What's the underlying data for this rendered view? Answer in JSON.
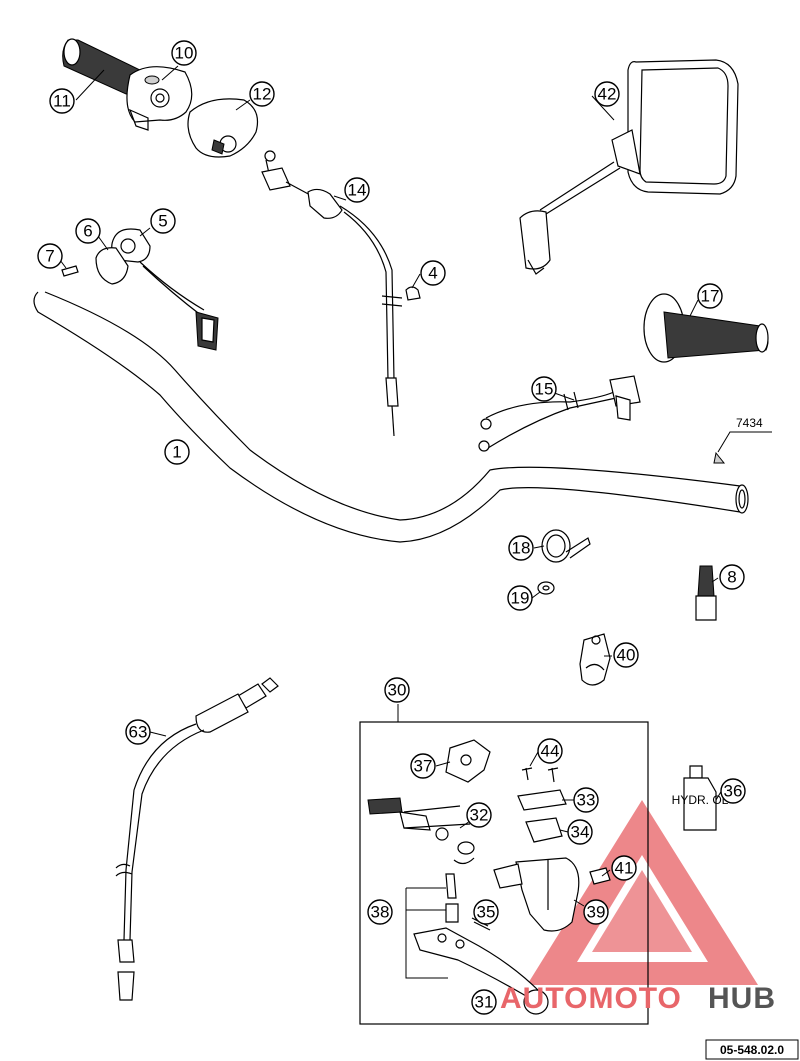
{
  "diagram_title": "",
  "callouts": [
    {
      "id": "callout-1",
      "label": "1"
    },
    {
      "id": "callout-4",
      "label": "4"
    },
    {
      "id": "callout-5",
      "label": "5"
    },
    {
      "id": "callout-6",
      "label": "6"
    },
    {
      "id": "callout-7",
      "label": "7"
    },
    {
      "id": "callout-8",
      "label": "8"
    },
    {
      "id": "callout-10",
      "label": "10"
    },
    {
      "id": "callout-11",
      "label": "11"
    },
    {
      "id": "callout-12",
      "label": "12"
    },
    {
      "id": "callout-14",
      "label": "14"
    },
    {
      "id": "callout-15",
      "label": "15"
    },
    {
      "id": "callout-17",
      "label": "17"
    },
    {
      "id": "callout-18",
      "label": "18"
    },
    {
      "id": "callout-19",
      "label": "19"
    },
    {
      "id": "callout-30",
      "label": "30"
    },
    {
      "id": "callout-31",
      "label": "31"
    },
    {
      "id": "callout-32",
      "label": "32"
    },
    {
      "id": "callout-33",
      "label": "33"
    },
    {
      "id": "callout-34",
      "label": "34"
    },
    {
      "id": "callout-35",
      "label": "35"
    },
    {
      "id": "callout-36",
      "label": "36"
    },
    {
      "id": "callout-37",
      "label": "37"
    },
    {
      "id": "callout-38",
      "label": "38"
    },
    {
      "id": "callout-39",
      "label": "39"
    },
    {
      "id": "callout-40",
      "label": "40"
    },
    {
      "id": "callout-41",
      "label": "41"
    },
    {
      "id": "callout-42",
      "label": "42"
    },
    {
      "id": "callout-44",
      "label": "44"
    },
    {
      "id": "callout-63",
      "label": "63"
    }
  ],
  "reference_label": "7434",
  "drawing_code": "05-548.02.0",
  "oil_bottle_label": "HYDR. OL",
  "watermark": {
    "part1": "AUTOMOTO",
    "part2": "HUB",
    "color_accent": "#e8666a",
    "color_dark": "#555555"
  }
}
